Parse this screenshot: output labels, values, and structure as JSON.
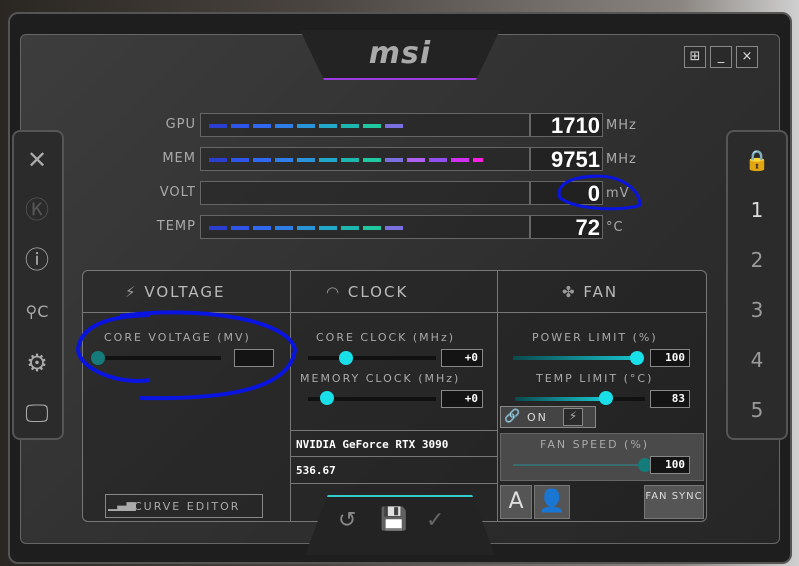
{
  "brand": "msi",
  "window_controls": {
    "windows_icon": "windows-icon",
    "minimize": "_",
    "close": "×"
  },
  "left_sidebar": [
    {
      "icon": "kombustor-icon"
    },
    {
      "icon": "k-icon"
    },
    {
      "icon": "info-icon"
    },
    {
      "icon": "oc-scanner-icon"
    },
    {
      "icon": "settings-icon"
    },
    {
      "icon": "monitor-icon"
    }
  ],
  "profiles": {
    "lock_icon": "lock-icon",
    "items": [
      "1",
      "2",
      "3",
      "4",
      "5"
    ]
  },
  "monitor": [
    {
      "label": "GPU",
      "value": "1710",
      "unit": "MHz",
      "fill": 0.66
    },
    {
      "label": "MEM",
      "value": "9751",
      "unit": "MHz",
      "fill": 1.0
    },
    {
      "label": "VOLT",
      "value": "0",
      "unit": "mV",
      "fill": 0
    },
    {
      "label": "TEMP",
      "value": "72",
      "unit": "°C",
      "fill": 0.7
    }
  ],
  "sections": {
    "voltage": "VOLTAGE",
    "clock": "CLOCK",
    "fan": "FAN"
  },
  "voltage": {
    "core_voltage_label": "CORE VOLTAGE  (MV)",
    "core_voltage_value": "",
    "curve_editor": "CURVE EDITOR"
  },
  "clock": {
    "core_clock_label": "CORE CLOCK (MHz)",
    "core_clock_value": "+0",
    "core_clock_pos": 0.3,
    "memory_clock_label": "MEMORY CLOCK (MHz)",
    "memory_clock_value": "+0",
    "memory_clock_pos": 0.15
  },
  "fan": {
    "power_limit_label": "POWER LIMIT (%)",
    "power_limit_value": "100",
    "temp_limit_label": "TEMP LIMIT (°C)",
    "temp_limit_value": "83",
    "link_on": "ON",
    "fan_speed_label": "FAN SPEED (%)",
    "fan_speed_value": "100",
    "auto_label": "A",
    "fan_sync": "FAN SYNC"
  },
  "gpu_info": {
    "name": "NVIDIA GeForce RTX 3090",
    "driver": "536.67"
  },
  "actions": {
    "reset": "↺",
    "save": "💾",
    "apply": "✓"
  }
}
